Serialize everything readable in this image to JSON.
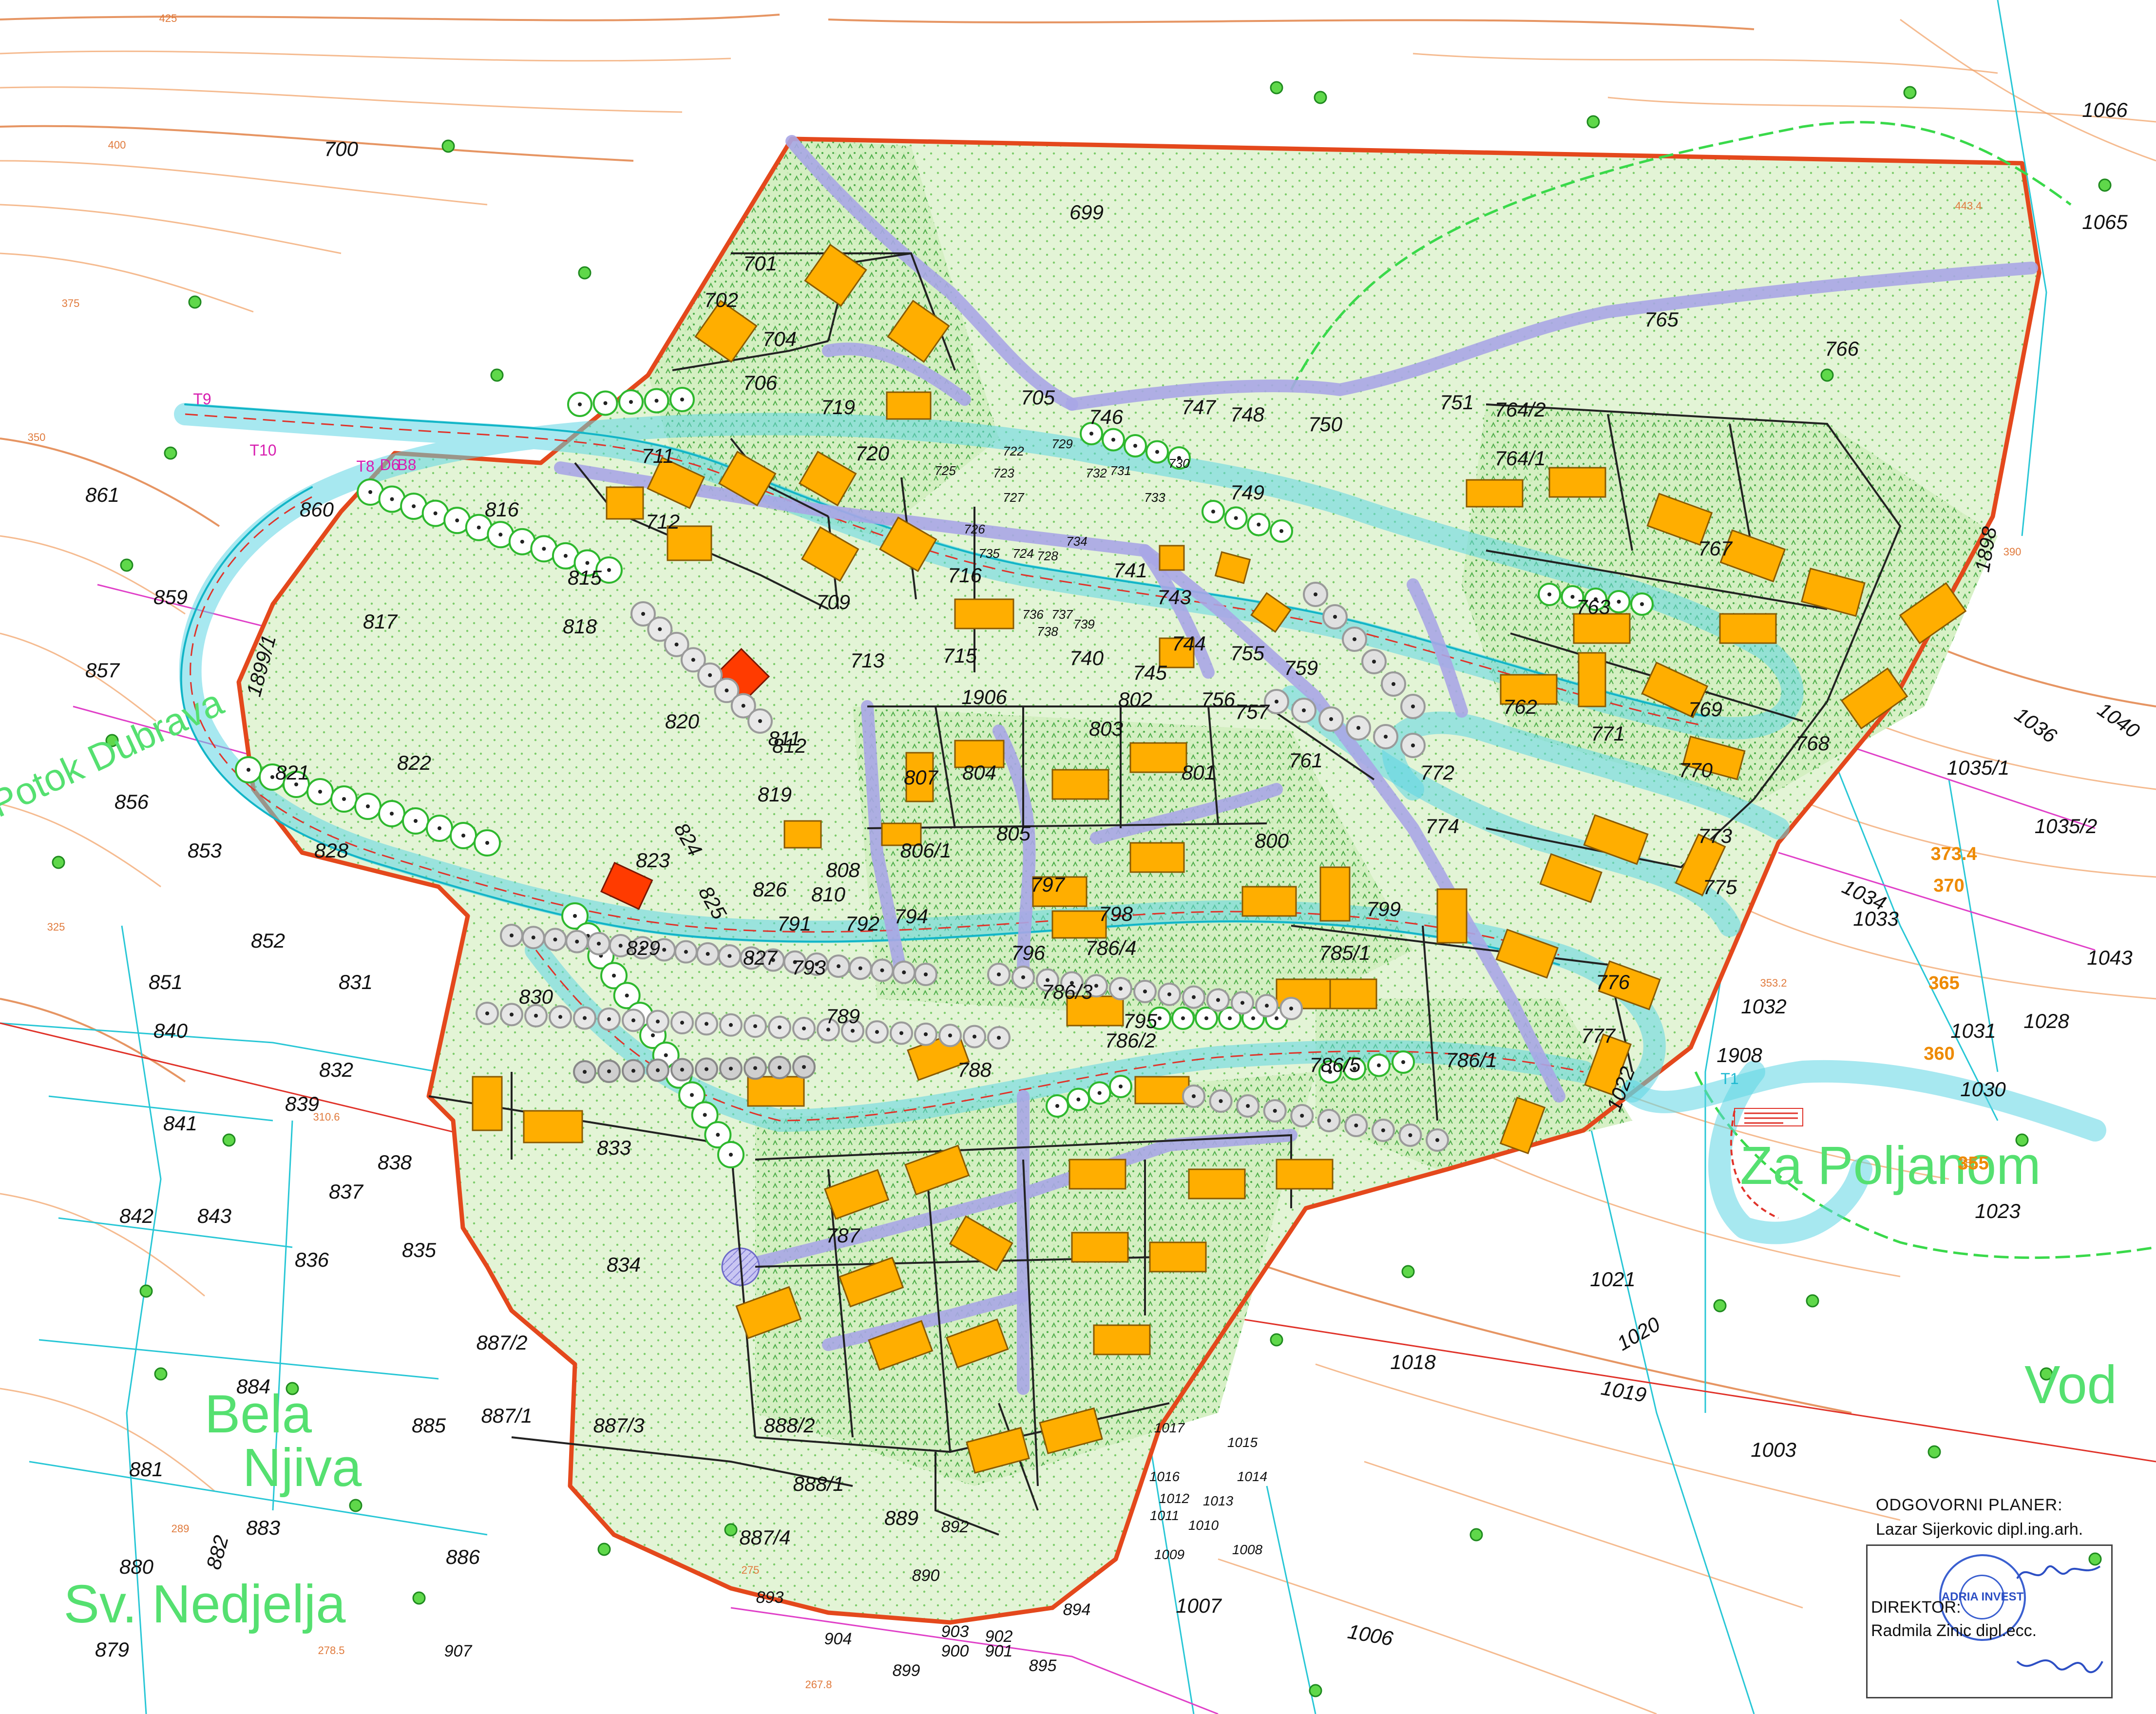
{
  "map": {
    "parcels": [
      "700",
      "699",
      "701",
      "702",
      "704",
      "705",
      "706",
      "709",
      "711",
      "712",
      "713",
      "715",
      "716",
      "719",
      "720",
      "722",
      "723",
      "724",
      "725",
      "726",
      "727",
      "728",
      "729",
      "730",
      "731",
      "732",
      "733",
      "734",
      "735",
      "736",
      "737",
      "738",
      "739",
      "740",
      "741",
      "743",
      "744",
      "745",
      "746",
      "747",
      "748",
      "749",
      "750",
      "751",
      "755",
      "756",
      "757",
      "759",
      "761",
      "762",
      "763",
      "764/1",
      "764/2",
      "765",
      "766",
      "767",
      "768",
      "769",
      "770",
      "771",
      "772",
      "773",
      "774",
      "775",
      "776",
      "777",
      "785/1",
      "786/1",
      "786/2",
      "786/3",
      "786/4",
      "786/5",
      "787",
      "788",
      "789",
      "791",
      "792",
      "793",
      "794",
      "795",
      "796",
      "797",
      "798",
      "799",
      "800",
      "801",
      "802",
      "803",
      "804",
      "805",
      "806/1",
      "807",
      "808",
      "810",
      "811",
      "812",
      "815",
      "816",
      "817",
      "818",
      "819",
      "820",
      "821",
      "822",
      "823",
      "824",
      "825",
      "826",
      "827",
      "828",
      "829",
      "830",
      "831",
      "832",
      "833",
      "834",
      "835",
      "836",
      "837",
      "838",
      "839",
      "840",
      "841",
      "842",
      "843",
      "851",
      "852",
      "853",
      "856",
      "857",
      "859",
      "860",
      "861",
      "879",
      "880",
      "881",
      "882",
      "883",
      "884",
      "885",
      "886",
      "887/1",
      "887/2",
      "887/3",
      "887/4",
      "888/1",
      "888/2",
      "889",
      "890",
      "892",
      "893",
      "894",
      "895",
      "899",
      "900",
      "901",
      "902",
      "903",
      "904",
      "907",
      "1003",
      "1006",
      "1007",
      "1008",
      "1009",
      "1010",
      "1011",
      "1012",
      "1013",
      "1014",
      "1015",
      "1016",
      "1017",
      "1018",
      "1019",
      "1020",
      "1021",
      "1022",
      "1023",
      "1028",
      "1030",
      "1031",
      "1032",
      "1033",
      "1034",
      "1035/1",
      "1035/2",
      "1036",
      "1040",
      "1043",
      "1065",
      "1066",
      "1898",
      "1899/1",
      "1906",
      "1908"
    ],
    "place_names": [
      "Potok Dubrava",
      "Bela",
      "Njiva",
      "Sv. Nedjelja",
      "Za Poljanom",
      "Vod"
    ],
    "contour_labels": [
      "425",
      "400",
      "375",
      "350",
      "325",
      "443.4",
      "390",
      "353.2",
      "310.6",
      "289",
      "278.5",
      "275",
      "267.8",
      "355"
    ],
    "elevation_labels": [
      "373.4",
      "370",
      "365",
      "360",
      "355"
    ],
    "survey_points": [
      "T1",
      "T8",
      "T9",
      "T10",
      "D6",
      "B8"
    ],
    "colors": {
      "boundary": "#e4481c",
      "building": "#ffae00",
      "building_highlight": "#ff3b00",
      "road": "#5fd6e3",
      "footpath": "#a9a6e6",
      "green_area": "#d8f0c8"
    }
  },
  "signature": {
    "planner_title": "ODGOVORNI PLANER:",
    "planner_name": "Lazar Sijerkovic dipl.ing.arh.",
    "director_title": "DIREKTOR:",
    "director_name": "Radmila Zinic dipl.ecc.",
    "stamp_text": "ADRIA INVEST"
  }
}
